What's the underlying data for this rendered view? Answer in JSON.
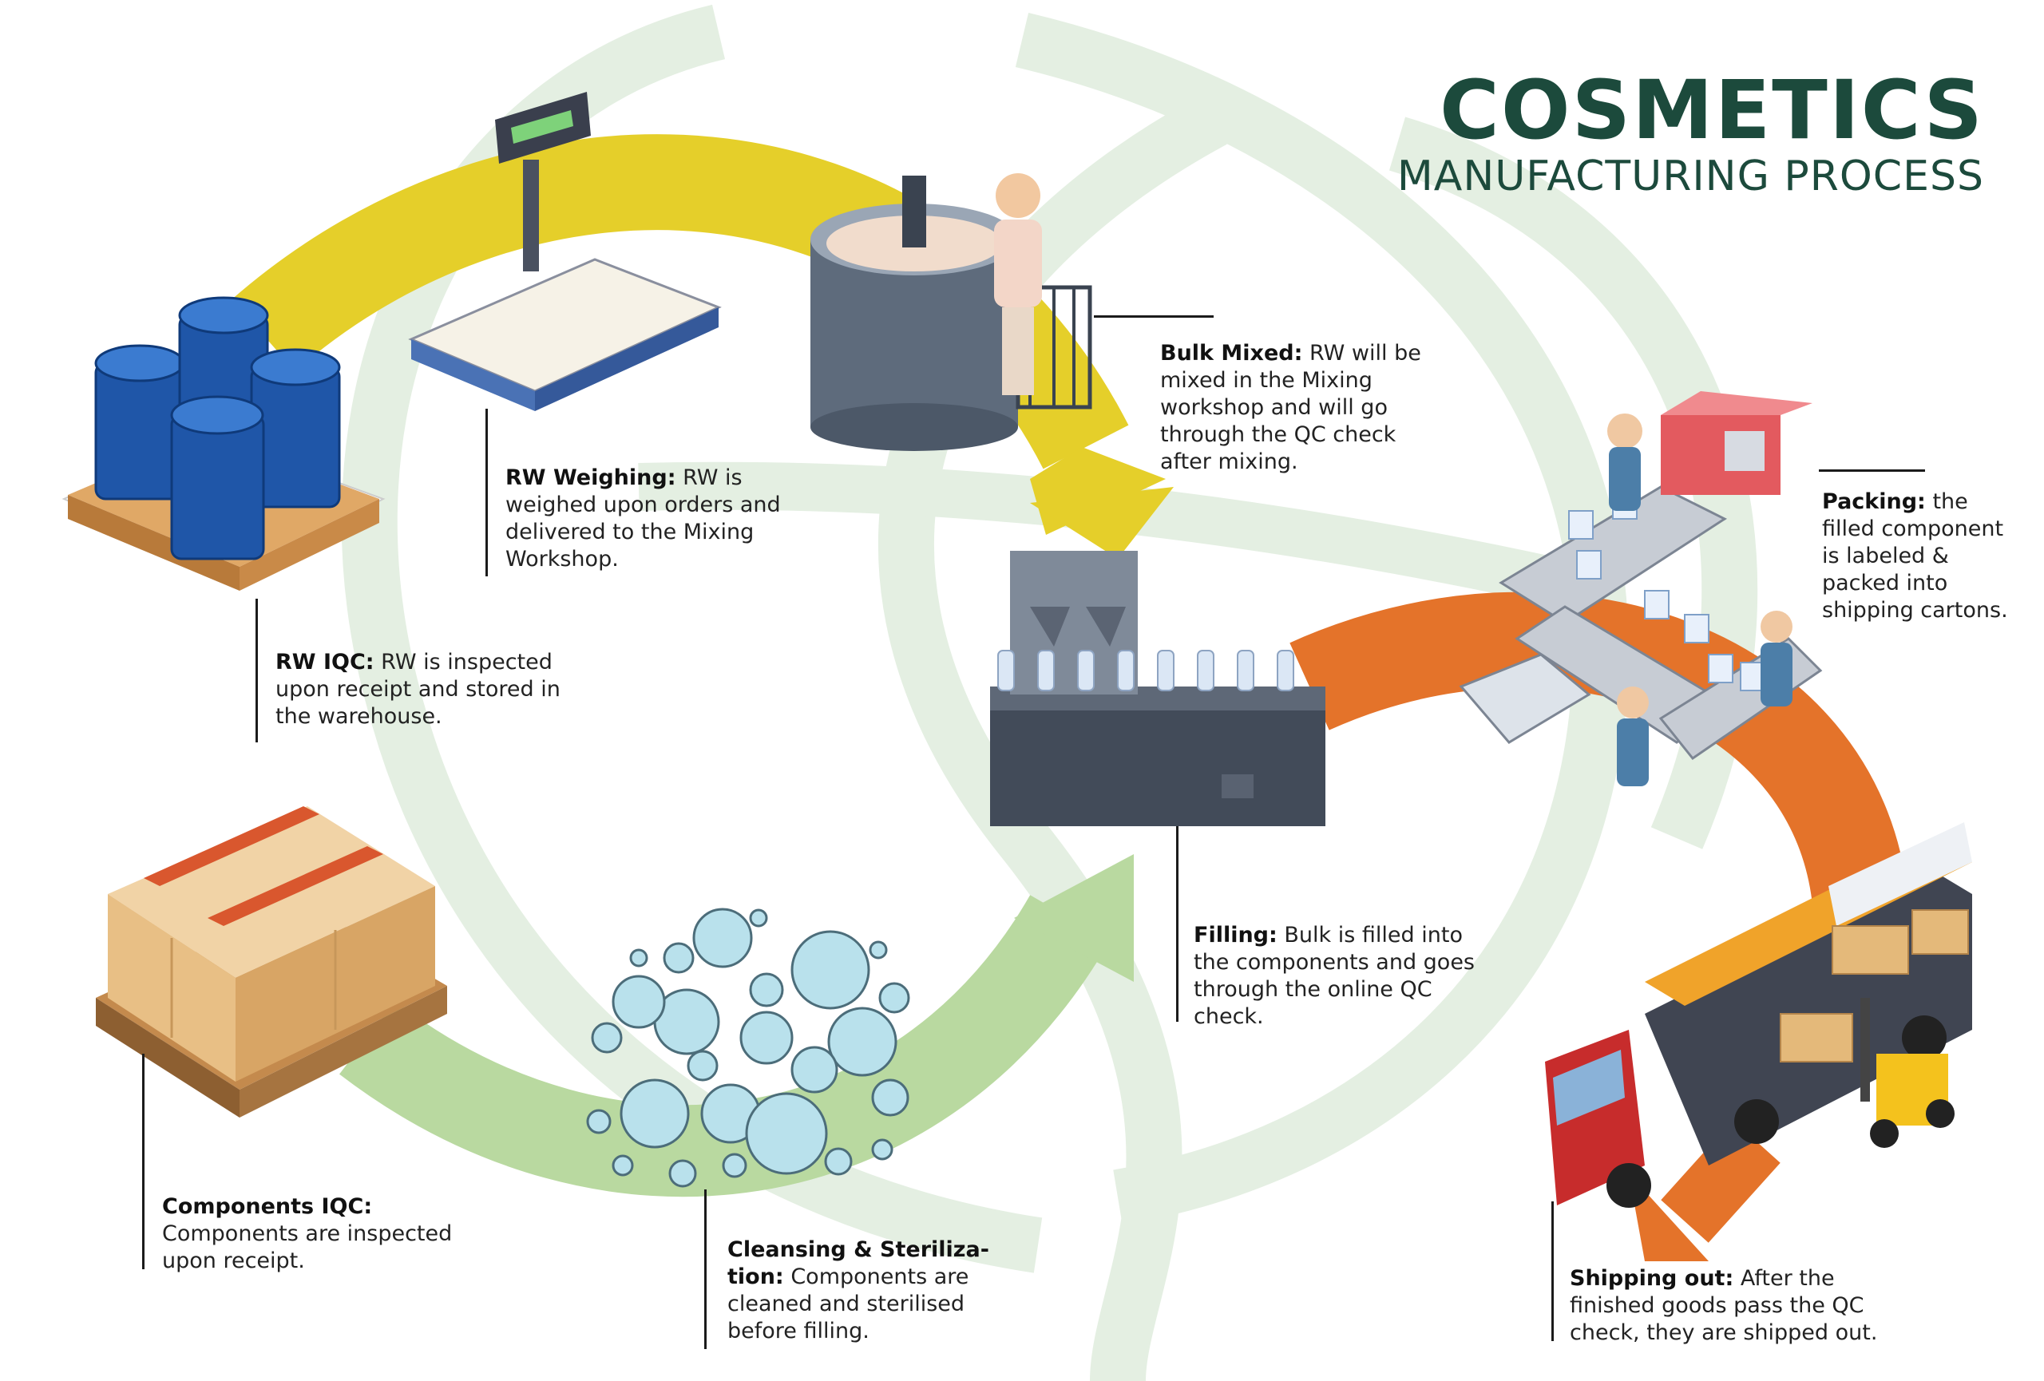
{
  "header": {
    "title": "COSMETICS",
    "subtitle": "MANUFACTURING PROCESS"
  },
  "steps": [
    {
      "id": "rw-iqc",
      "label": "RW IQC:",
      "text": " RW is inspected upon receipt and stored in the warehouse."
    },
    {
      "id": "rw-weighing",
      "label": "RW Weighing:",
      "text": " RW is weighed upon orders and delivered to the Mixing Workshop."
    },
    {
      "id": "bulk-mixed",
      "label": "Bulk Mixed:",
      "text": " RW will be mixed in the Mixing workshop and will go through the QC check after mixing."
    },
    {
      "id": "packing",
      "label": "Packing:",
      "text": " the filled component is labeled & packed into shipping cartons."
    },
    {
      "id": "filling",
      "label": "Filling:",
      "text": " Bulk is filled into the components and goes through the online QC check."
    },
    {
      "id": "components-iqc",
      "label": "Components IQC:",
      "text": "Components are inspected upon receipt."
    },
    {
      "id": "cleansing",
      "label": "Cleansing & Steriliza-tion:",
      "text": " Components are cleaned and sterilised before filling."
    },
    {
      "id": "shipping",
      "label": "Shipping out:",
      "text": " After the finished goods pass the QC check, they are shipped out."
    }
  ],
  "colors": {
    "title": "#1c4a3c",
    "arrow_yellow": "#e5cf2a",
    "arrow_green": "#b9d9a0",
    "arrow_orange": "#e4732a",
    "watermark": "#e4efe2"
  },
  "icons": [
    "barrels-pallet-icon",
    "weighing-scale-icon",
    "mixing-tank-icon",
    "filling-machine-icon",
    "packing-line-icon",
    "delivery-truck-icon",
    "boxes-pallet-icon",
    "bubbles-icon"
  ]
}
